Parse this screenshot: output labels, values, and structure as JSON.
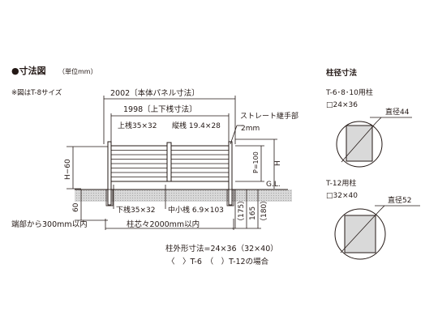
{
  "heading": {
    "title": "●寸法図",
    "unit": "（単位mm）",
    "note": "※図はT-8サイズ"
  },
  "dimensions": {
    "panel_width": "2002〔本体パネル寸法〕",
    "rail_width": "1998〔上下桟寸法〕",
    "top_rail": "上桟35×32",
    "vertical_slat": "縦桟 19.4×28",
    "straight_joint": "ストレート継手部",
    "joint_size": "2mm",
    "left_height": "H−60",
    "pitch": "P=100",
    "height": "H",
    "ground": "G.L.",
    "embed_left": "60",
    "bottom_rail": "下桟35×32",
    "mid_post": "中小桟 6.9×103",
    "end_distance": "端部から300mm以内",
    "post_pitch": "柱芯々2000mm以内",
    "depth_175": "（175）",
    "depth_165": "165",
    "depth_180": "（180）"
  },
  "post_note": {
    "line1": "柱外形寸法=24×36（32×40）",
    "line2": "〈　〉T-6　（　）T-12の場合"
  },
  "post_section": {
    "title": "柱径寸法",
    "a_models": "T-6･8･10用柱",
    "a_size": "□24×36",
    "a_diameter": "直径44",
    "b_models": "T-12用柱",
    "b_size": "□32×40",
    "b_diameter": "直径52"
  }
}
